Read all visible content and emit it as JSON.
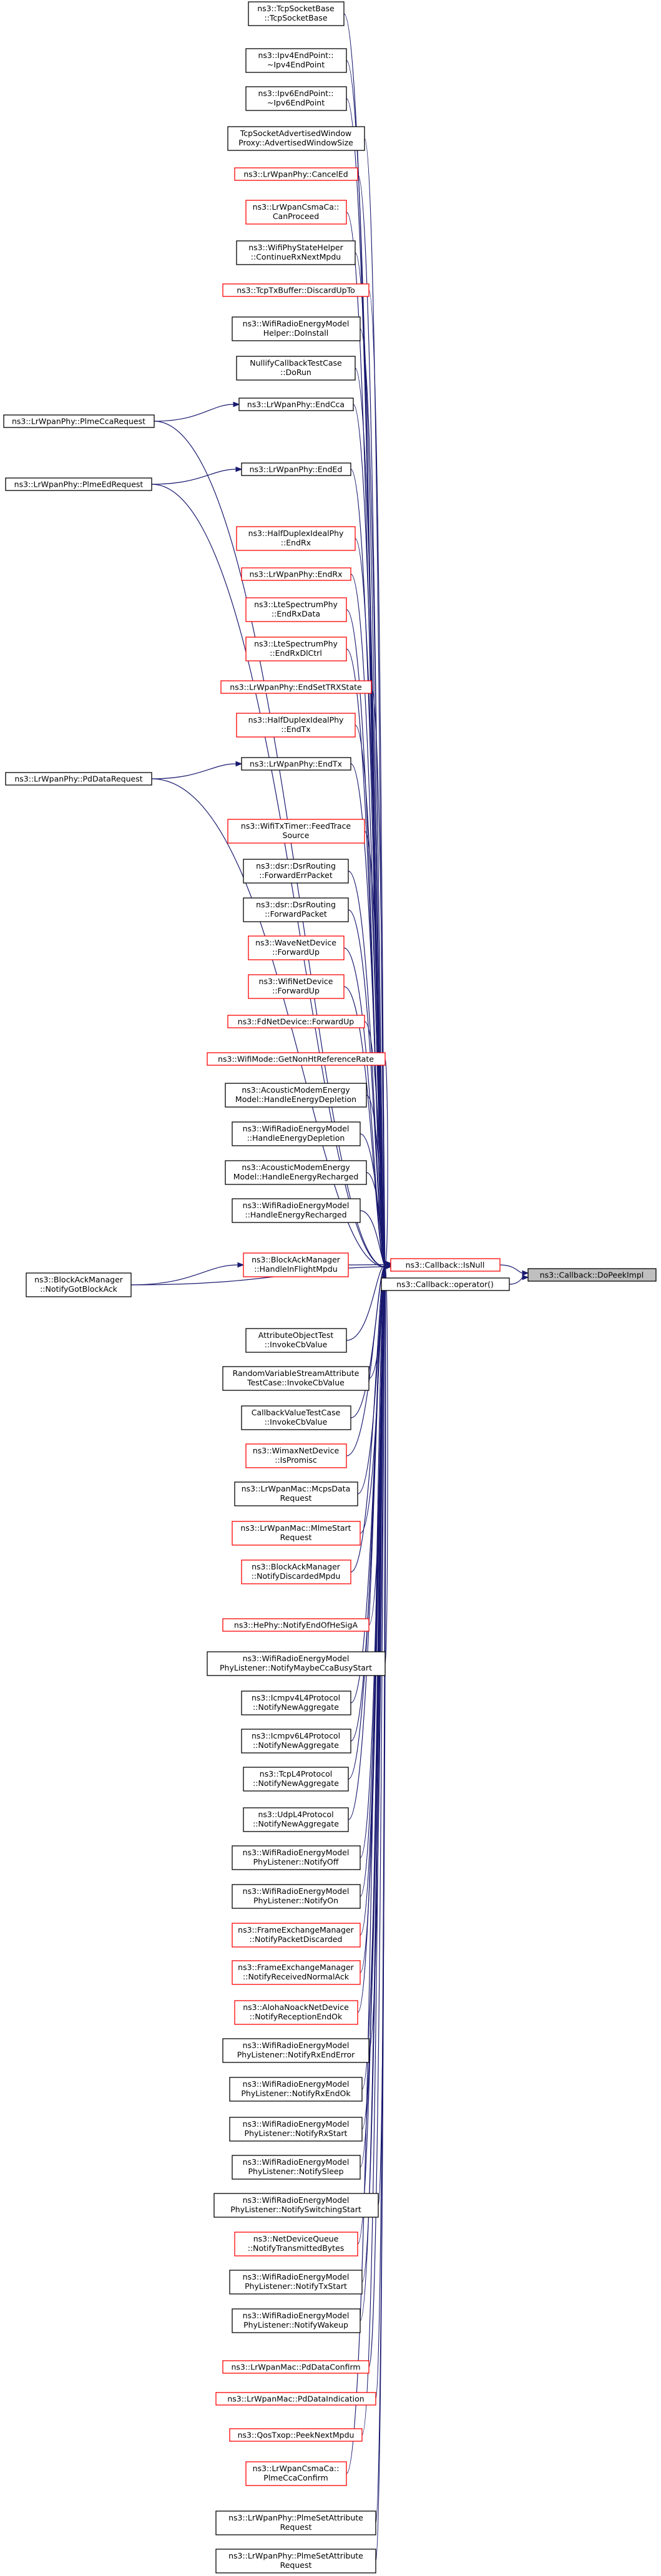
{
  "diagram": {
    "type": "doxygen-caller-graph",
    "colors": {
      "edge": "#191970",
      "node_border": "#000000",
      "node_border_undocumented": "#ff0000",
      "root_fill": "#bfbfbf",
      "node_fill": "#ffffff"
    },
    "root": {
      "id": "dopeek",
      "lines": [
        "ns3::Callback::DoPeekImpl"
      ]
    },
    "hubs": [
      {
        "id": "isnull",
        "lines": [
          "ns3::Callback::IsNull"
        ],
        "border": "red"
      },
      {
        "id": "op",
        "lines": [
          "ns3::Callback::operator()"
        ],
        "border": "black"
      }
    ],
    "callers": [
      {
        "id": "c0",
        "lines": [
          "ns3::TcpSocketBase",
          "::TcpSocketBase"
        ],
        "border": "black"
      },
      {
        "id": "c1",
        "lines": [
          "ns3::Ipv4EndPoint::",
          "~Ipv4EndPoint"
        ],
        "border": "black"
      },
      {
        "id": "c2",
        "lines": [
          "ns3::Ipv6EndPoint::",
          "~Ipv6EndPoint"
        ],
        "border": "black"
      },
      {
        "id": "c3",
        "lines": [
          "TcpSocketAdvertisedWindow",
          "Proxy::AdvertisedWindowSize"
        ],
        "border": "black"
      },
      {
        "id": "c4",
        "lines": [
          "ns3::LrWpanPhy::CancelEd"
        ],
        "border": "red"
      },
      {
        "id": "c5",
        "lines": [
          "ns3::LrWpanCsmaCa::",
          "CanProceed"
        ],
        "border": "red"
      },
      {
        "id": "c6",
        "lines": [
          "ns3::WifiPhyStateHelper",
          "::ContinueRxNextMpdu"
        ],
        "border": "black"
      },
      {
        "id": "c7",
        "lines": [
          "ns3::TcpTxBuffer::DiscardUpTo"
        ],
        "border": "red"
      },
      {
        "id": "c8",
        "lines": [
          "ns3::WifiRadioEnergyModel",
          "Helper::DoInstall"
        ],
        "border": "black"
      },
      {
        "id": "c9",
        "lines": [
          "NullifyCallbackTestCase",
          "::DoRun"
        ],
        "border": "black"
      },
      {
        "id": "c10",
        "lines": [
          "ns3::LrWpanPhy::EndCca"
        ],
        "border": "black"
      },
      {
        "id": "c11",
        "lines": [
          "ns3::LrWpanPhy::EndEd"
        ],
        "border": "black"
      },
      {
        "id": "c12",
        "lines": [
          "ns3::HalfDuplexIdealPhy",
          "::EndRx"
        ],
        "border": "red"
      },
      {
        "id": "c13",
        "lines": [
          "ns3::LrWpanPhy::EndRx"
        ],
        "border": "red"
      },
      {
        "id": "c14",
        "lines": [
          "ns3::LteSpectrumPhy",
          "::EndRxData"
        ],
        "border": "red"
      },
      {
        "id": "c15",
        "lines": [
          "ns3::LteSpectrumPhy",
          "::EndRxDlCtrl"
        ],
        "border": "red"
      },
      {
        "id": "c16",
        "lines": [
          "ns3::LrWpanPhy::EndSetTRXState"
        ],
        "border": "red"
      },
      {
        "id": "c17",
        "lines": [
          "ns3::HalfDuplexIdealPhy",
          "::EndTx"
        ],
        "border": "red"
      },
      {
        "id": "c18",
        "lines": [
          "ns3::LrWpanPhy::EndTx"
        ],
        "border": "black"
      },
      {
        "id": "c19",
        "lines": [
          "ns3::WifiTxTimer::FeedTrace",
          "Source"
        ],
        "border": "red"
      },
      {
        "id": "c20",
        "lines": [
          "ns3::dsr::DsrRouting",
          "::ForwardErrPacket"
        ],
        "border": "black"
      },
      {
        "id": "c21",
        "lines": [
          "ns3::dsr::DsrRouting",
          "::ForwardPacket"
        ],
        "border": "black"
      },
      {
        "id": "c22",
        "lines": [
          "ns3::WaveNetDevice",
          "::ForwardUp"
        ],
        "border": "red"
      },
      {
        "id": "c23",
        "lines": [
          "ns3::WifiNetDevice",
          "::ForwardUp"
        ],
        "border": "red"
      },
      {
        "id": "c24",
        "lines": [
          "ns3::FdNetDevice::ForwardUp"
        ],
        "border": "red"
      },
      {
        "id": "c25",
        "lines": [
          "ns3::WifiMode::GetNonHtReferenceRate"
        ],
        "border": "red"
      },
      {
        "id": "c26",
        "lines": [
          "ns3::AcousticModemEnergy",
          "Model::HandleEnergyDepletion"
        ],
        "border": "black"
      },
      {
        "id": "c27",
        "lines": [
          "ns3::WifiRadioEnergyModel",
          "::HandleEnergyDepletion"
        ],
        "border": "black"
      },
      {
        "id": "c28",
        "lines": [
          "ns3::AcousticModemEnergy",
          "Model::HandleEnergyRecharged"
        ],
        "border": "black"
      },
      {
        "id": "c29",
        "lines": [
          "ns3::WifiRadioEnergyModel",
          "::HandleEnergyRecharged"
        ],
        "border": "black"
      },
      {
        "id": "c30",
        "lines": [
          "ns3::BlockAckManager",
          "::HandleInFlightMpdu"
        ],
        "border": "red"
      },
      {
        "id": "c31",
        "lines": [
          "AttributeObjectTest",
          "::InvokeCbValue"
        ],
        "border": "black"
      },
      {
        "id": "c32",
        "lines": [
          "RandomVariableStreamAttribute",
          "TestCase::InvokeCbValue"
        ],
        "border": "black"
      },
      {
        "id": "c33",
        "lines": [
          "CallbackValueTestCase",
          "::InvokeCbValue"
        ],
        "border": "black"
      },
      {
        "id": "c34",
        "lines": [
          "ns3::WimaxNetDevice",
          "::IsPromisc"
        ],
        "border": "red"
      },
      {
        "id": "c35",
        "lines": [
          "ns3::LrWpanMac::McpsData",
          "Request"
        ],
        "border": "black"
      },
      {
        "id": "c36",
        "lines": [
          "ns3::LrWpanMac::MlmeStart",
          "Request"
        ],
        "border": "red"
      },
      {
        "id": "c37",
        "lines": [
          "ns3::BlockAckManager",
          "::NotifyDiscardedMpdu"
        ],
        "border": "red"
      },
      {
        "id": "c38",
        "lines": [
          "ns3::HePhy::NotifyEndOfHeSigA"
        ],
        "border": "red"
      },
      {
        "id": "c39",
        "lines": [
          "ns3::WifiRadioEnergyModel",
          "PhyListener::NotifyMaybeCcaBusyStart"
        ],
        "border": "black"
      },
      {
        "id": "c40",
        "lines": [
          "ns3::Icmpv4L4Protocol",
          "::NotifyNewAggregate"
        ],
        "border": "black"
      },
      {
        "id": "c41",
        "lines": [
          "ns3::Icmpv6L4Protocol",
          "::NotifyNewAggregate"
        ],
        "border": "black"
      },
      {
        "id": "c42",
        "lines": [
          "ns3::TcpL4Protocol",
          "::NotifyNewAggregate"
        ],
        "border": "black"
      },
      {
        "id": "c43",
        "lines": [
          "ns3::UdpL4Protocol",
          "::NotifyNewAggregate"
        ],
        "border": "black"
      },
      {
        "id": "c44",
        "lines": [
          "ns3::WifiRadioEnergyModel",
          "PhyListener::NotifyOff"
        ],
        "border": "black"
      },
      {
        "id": "c45",
        "lines": [
          "ns3::WifiRadioEnergyModel",
          "PhyListener::NotifyOn"
        ],
        "border": "black"
      },
      {
        "id": "c46",
        "lines": [
          "ns3::FrameExchangeManager",
          "::NotifyPacketDiscarded"
        ],
        "border": "red"
      },
      {
        "id": "c47",
        "lines": [
          "ns3::FrameExchangeManager",
          "::NotifyReceivedNormalAck"
        ],
        "border": "red"
      },
      {
        "id": "c48",
        "lines": [
          "ns3::AlohaNoackNetDevice",
          "::NotifyReceptionEndOk"
        ],
        "border": "red"
      },
      {
        "id": "c49",
        "lines": [
          "ns3::WifiRadioEnergyModel",
          "PhyListener::NotifyRxEndError"
        ],
        "border": "black"
      },
      {
        "id": "c50",
        "lines": [
          "ns3::WifiRadioEnergyModel",
          "PhyListener::NotifyRxEndOk"
        ],
        "border": "black"
      },
      {
        "id": "c51",
        "lines": [
          "ns3::WifiRadioEnergyModel",
          "PhyListener::NotifyRxStart"
        ],
        "border": "black"
      },
      {
        "id": "c52",
        "lines": [
          "ns3::WifiRadioEnergyModel",
          "PhyListener::NotifySleep"
        ],
        "border": "black"
      },
      {
        "id": "c53",
        "lines": [
          "ns3::WifiRadioEnergyModel",
          "PhyListener::NotifySwitchingStart"
        ],
        "border": "black"
      },
      {
        "id": "c54",
        "lines": [
          "ns3::NetDeviceQueue",
          "::NotifyTransmittedBytes"
        ],
        "border": "red"
      },
      {
        "id": "c55",
        "lines": [
          "ns3::WifiRadioEnergyModel",
          "PhyListener::NotifyTxStart"
        ],
        "border": "black"
      },
      {
        "id": "c56",
        "lines": [
          "ns3::WifiRadioEnergyModel",
          "PhyListener::NotifyWakeup"
        ],
        "border": "black"
      },
      {
        "id": "c57",
        "lines": [
          "ns3::LrWpanMac::PdDataConfirm"
        ],
        "border": "red"
      },
      {
        "id": "c58",
        "lines": [
          "ns3::LrWpanMac::PdDataIndication"
        ],
        "border": "red"
      },
      {
        "id": "c59",
        "lines": [
          "ns3::QosTxop::PeekNextMpdu"
        ],
        "border": "red"
      },
      {
        "id": "c60",
        "lines": [
          "ns3::LrWpanCsmaCa::",
          "PlmeCcaConfirm"
        ],
        "border": "red"
      },
      {
        "id": "c61",
        "lines": [
          "ns3::LrWpanPhy::PlmeSetAttribute",
          "Request"
        ],
        "border": "black"
      },
      {
        "id": "c62",
        "lines": [
          "ns3::LrWpanPhy::PlmeSetAttribute",
          "Request"
        ],
        "border": "black"
      }
    ],
    "outer_callers": [
      {
        "id": "o0",
        "lines": [
          "ns3::LrWpanPhy::PlmeCcaRequest"
        ],
        "border": "black",
        "calls": "c10"
      },
      {
        "id": "o1",
        "lines": [
          "ns3::LrWpanPhy::PlmeEdRequest"
        ],
        "border": "black",
        "calls": "c11"
      },
      {
        "id": "o2",
        "lines": [
          "ns3::LrWpanPhy::PdDataRequest"
        ],
        "border": "black",
        "calls": "c18"
      },
      {
        "id": "o3",
        "lines": [
          "ns3::BlockAckManager",
          "::NotifyGotBlockAck"
        ],
        "border": "black",
        "calls": "c30"
      }
    ]
  }
}
